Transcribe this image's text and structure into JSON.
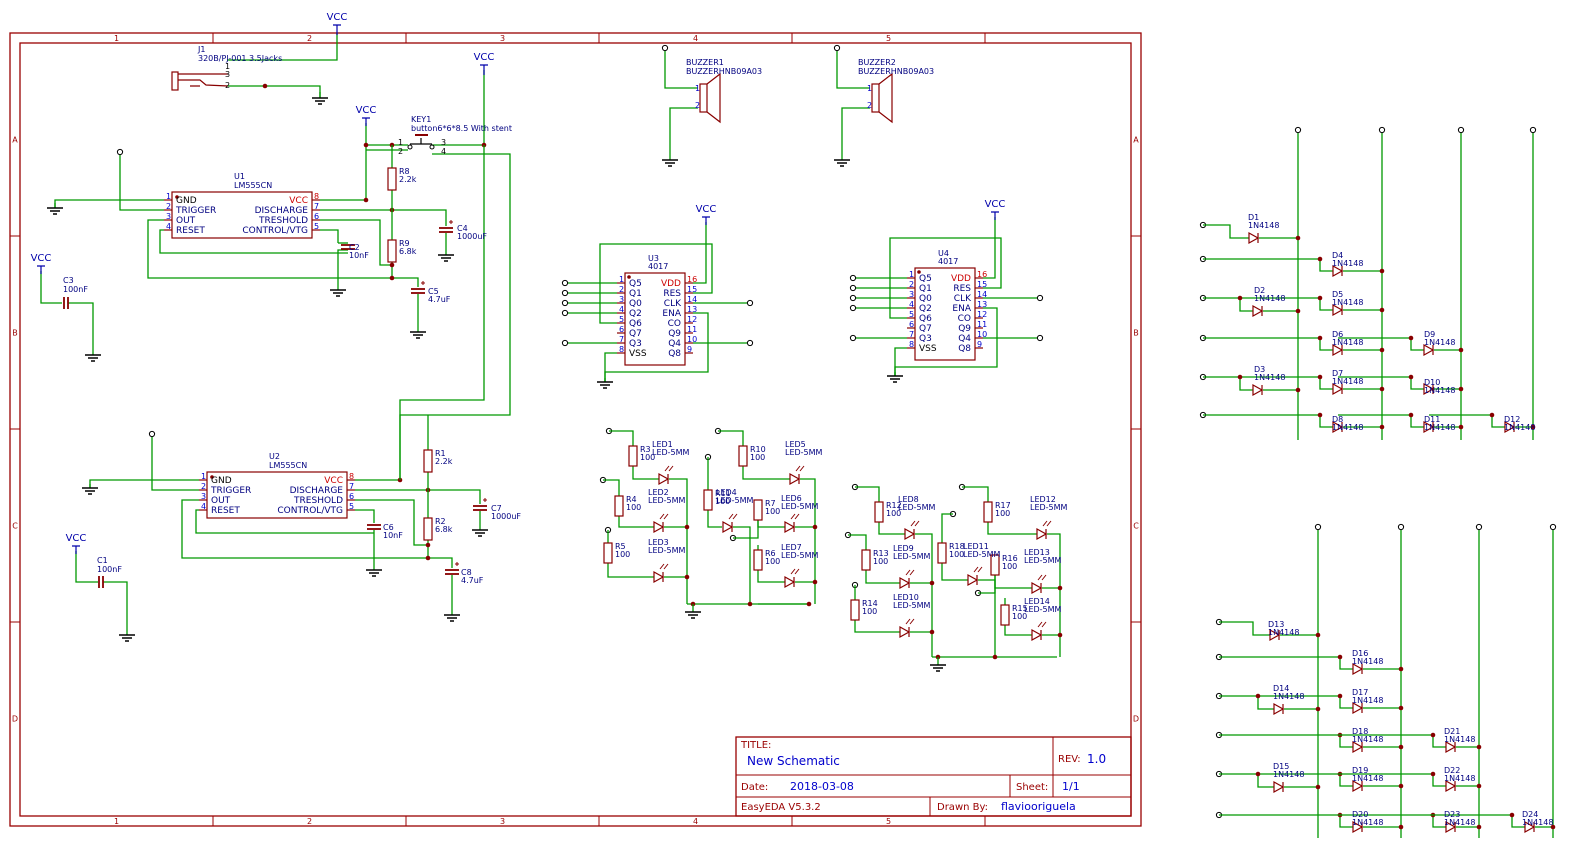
{
  "colors": {
    "frame": "#990000",
    "wire": "#009900",
    "component": "#880000",
    "label": "#000080",
    "pin_number": "#0000cc",
    "power_pin": "#cc0000",
    "net": "#0000cc"
  },
  "power": {
    "vcc": "VCC"
  },
  "frame": {
    "columns": [
      "1",
      "2",
      "3",
      "4",
      "5"
    ],
    "rows": [
      "A",
      "B",
      "C",
      "D"
    ]
  },
  "title_block": {
    "title_label": "TITLE:",
    "title": "New Schematic",
    "rev_label": "REV:",
    "rev": "1.0",
    "date_label": "Date:",
    "date": "2018-03-08",
    "sheet_label": "Sheet:",
    "sheet": "1/1",
    "tool": "EasyEDA V5.3.2",
    "drawn_label": "Drawn By:",
    "drawn_by": "flaviooriguela"
  },
  "jack": {
    "ref": "J1",
    "value": "320B/PJ-001 3.5Jacks",
    "pins": [
      "1",
      "3",
      "2"
    ]
  },
  "key": {
    "ref": "KEY1",
    "value": "button6*6*8.5 With stent",
    "pins": [
      "1",
      "2",
      "3",
      "4"
    ]
  },
  "buzzers": [
    {
      "ref": "BUZZER1",
      "value": "BUZZERHNB09A03"
    },
    {
      "ref": "BUZZER2",
      "value": "BUZZERHNB09A03"
    }
  ],
  "timers": [
    {
      "ref": "U1",
      "value": "LM555CN"
    },
    {
      "ref": "U2",
      "value": "LM555CN"
    }
  ],
  "timer_pins_left": [
    {
      "num": "1",
      "name": "GND"
    },
    {
      "num": "2",
      "name": "TRIGGER"
    },
    {
      "num": "3",
      "name": "OUT"
    },
    {
      "num": "4",
      "name": "RESET"
    }
  ],
  "timer_pins_right": [
    {
      "num": "8",
      "name": "VCC"
    },
    {
      "num": "7",
      "name": "DISCHARGE"
    },
    {
      "num": "6",
      "name": "TRESHOLD"
    },
    {
      "num": "5",
      "name": "CONTROL/VTG"
    }
  ],
  "counters": [
    {
      "ref": "U3",
      "value": "4017"
    },
    {
      "ref": "U4",
      "value": "4017"
    }
  ],
  "counter_pins_left": [
    {
      "num": "1",
      "name": "Q5"
    },
    {
      "num": "2",
      "name": "Q1"
    },
    {
      "num": "3",
      "name": "Q0"
    },
    {
      "num": "4",
      "name": "Q2"
    },
    {
      "num": "5",
      "name": "Q6"
    },
    {
      "num": "6",
      "name": "Q7"
    },
    {
      "num": "7",
      "name": "Q3"
    },
    {
      "num": "8",
      "name": "VSS"
    }
  ],
  "counter_pins_right": [
    {
      "num": "16",
      "name": "VDD"
    },
    {
      "num": "15",
      "name": "RES"
    },
    {
      "num": "14",
      "name": "CLK"
    },
    {
      "num": "13",
      "name": "ENA"
    },
    {
      "num": "12",
      "name": "CO"
    },
    {
      "num": "11",
      "name": "Q9"
    },
    {
      "num": "10",
      "name": "Q4"
    },
    {
      "num": "9",
      "name": "Q8"
    }
  ],
  "resistors": [
    {
      "ref": "R8",
      "value": "2.2k"
    },
    {
      "ref": "R9",
      "value": "6.8k"
    },
    {
      "ref": "R1",
      "value": "2.2k"
    },
    {
      "ref": "R2",
      "value": "6.8k"
    },
    {
      "ref": "R3",
      "value": "100"
    },
    {
      "ref": "R4",
      "value": "100"
    },
    {
      "ref": "R5",
      "value": "100"
    },
    {
      "ref": "R10",
      "value": "100"
    },
    {
      "ref": "R11",
      "value": "100"
    },
    {
      "ref": "R7",
      "value": "100"
    },
    {
      "ref": "R6",
      "value": "100"
    },
    {
      "ref": "R12",
      "value": "100"
    },
    {
      "ref": "R13",
      "value": "100"
    },
    {
      "ref": "R14",
      "value": "100"
    },
    {
      "ref": "R17",
      "value": "100"
    },
    {
      "ref": "R18",
      "value": "100"
    },
    {
      "ref": "R16",
      "value": "100"
    },
    {
      "ref": "R15",
      "value": "100"
    }
  ],
  "capacitors": [
    {
      "ref": "C2",
      "value": "10nF"
    },
    {
      "ref": "C4",
      "value": "1000uF"
    },
    {
      "ref": "C5",
      "value": "4.7uF"
    },
    {
      "ref": "C3",
      "value": "100nF"
    },
    {
      "ref": "C6",
      "value": "10nF"
    },
    {
      "ref": "C7",
      "value": "1000uF"
    },
    {
      "ref": "C8",
      "value": "4.7uF"
    },
    {
      "ref": "C1",
      "value": "100nF"
    }
  ],
  "leds": [
    {
      "ref": "LED1",
      "value": "LED-5MM"
    },
    {
      "ref": "LED2",
      "value": "LED-5MM"
    },
    {
      "ref": "LED3",
      "value": "LED-5MM"
    },
    {
      "ref": "LED4",
      "value": "LED-5MM"
    },
    {
      "ref": "LED5",
      "value": "LED-5MM"
    },
    {
      "ref": "LED6",
      "value": "LED-5MM"
    },
    {
      "ref": "LED7",
      "value": "LED-5MM"
    },
    {
      "ref": "LED8",
      "value": "LED-5MM"
    },
    {
      "ref": "LED9",
      "value": "LED-5MM"
    },
    {
      "ref": "LED10",
      "value": "LED-5MM"
    },
    {
      "ref": "LED11",
      "value": "LED-5MM"
    },
    {
      "ref": "LED12",
      "value": "LED-5MM"
    },
    {
      "ref": "LED13",
      "value": "LED-5MM"
    },
    {
      "ref": "LED14",
      "value": "LED-5MM"
    }
  ],
  "diodes": [
    {
      "ref": "D1",
      "value": "1N4148"
    },
    {
      "ref": "D2",
      "value": "1N4148"
    },
    {
      "ref": "D3",
      "value": "1N4148"
    },
    {
      "ref": "D4",
      "value": "1N4148"
    },
    {
      "ref": "D5",
      "value": "1N4148"
    },
    {
      "ref": "D6",
      "value": "1N4148"
    },
    {
      "ref": "D7",
      "value": "1N4148"
    },
    {
      "ref": "D8",
      "value": "1N4148"
    },
    {
      "ref": "D9",
      "value": "1N4148"
    },
    {
      "ref": "D10",
      "value": "1N4148"
    },
    {
      "ref": "D11",
      "value": "1N4148"
    },
    {
      "ref": "D12",
      "value": "1N4148"
    },
    {
      "ref": "D13",
      "value": "1N4148"
    },
    {
      "ref": "D14",
      "value": "1N4148"
    },
    {
      "ref": "D15",
      "value": "1N4148"
    },
    {
      "ref": "D16",
      "value": "1N4148"
    },
    {
      "ref": "D17",
      "value": "1N4148"
    },
    {
      "ref": "D18",
      "value": "1N4148"
    },
    {
      "ref": "D19",
      "value": "1N4148"
    },
    {
      "ref": "D20",
      "value": "1N4148"
    },
    {
      "ref": "D21",
      "value": "1N4148"
    },
    {
      "ref": "D22",
      "value": "1N4148"
    },
    {
      "ref": "D23",
      "value": "1N4148"
    },
    {
      "ref": "D24",
      "value": "1N4148"
    }
  ]
}
